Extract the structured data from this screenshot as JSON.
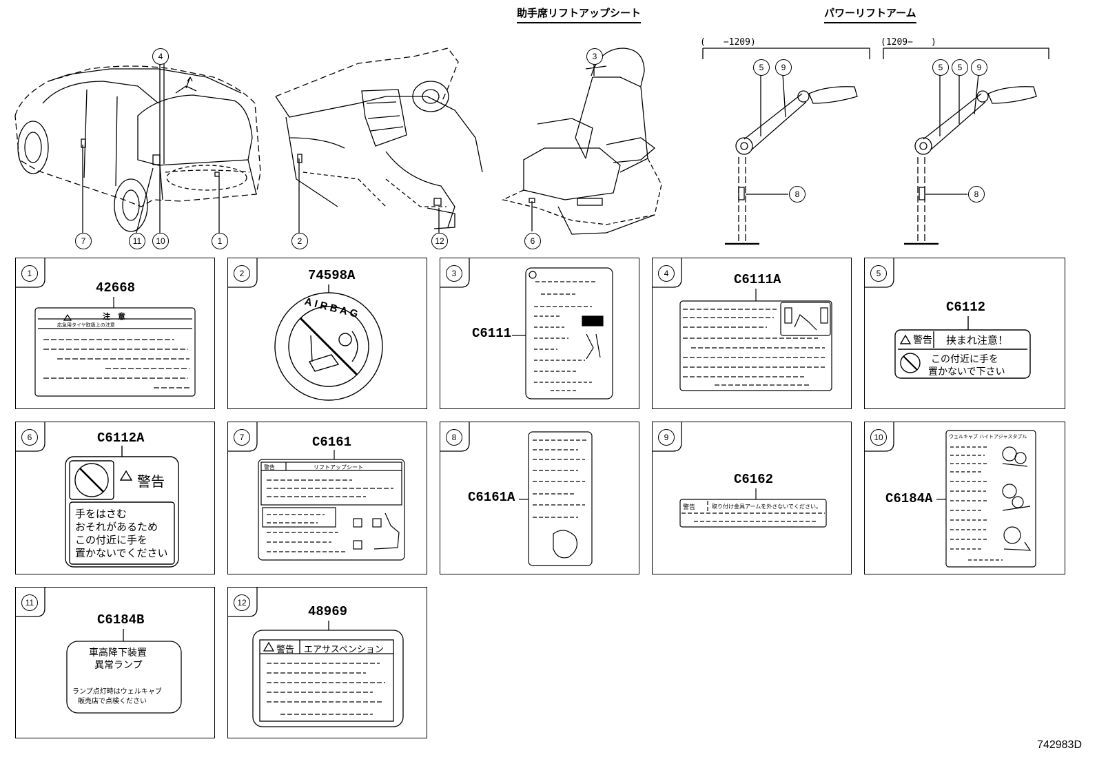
{
  "sections": {
    "seat_title": "助手席リフトアップシート",
    "arm_title": "パワーリフトアーム",
    "range_left": "(　　−1209)",
    "range_right": "(1209−　　)"
  },
  "callouts_top": {
    "car": [
      "7",
      "11",
      "10",
      "1",
      "4"
    ],
    "dash": [
      "2",
      "12"
    ],
    "seat": [
      "3",
      "6"
    ],
    "arm_left": [
      "5",
      "9",
      "8"
    ],
    "arm_right": [
      "5",
      "5",
      "9",
      "8"
    ]
  },
  "panels": [
    {
      "n": "1",
      "part": "42668",
      "label_title": "注　意",
      "label_sub": "応急用タイヤ取扱上の注意"
    },
    {
      "n": "2",
      "part": "74598A",
      "ring_text": "AIRBAG"
    },
    {
      "n": "3",
      "part": "C6111"
    },
    {
      "n": "4",
      "part": "C6111A"
    },
    {
      "n": "5",
      "part": "C6112",
      "warn": "警告",
      "head": "挟まれ注意！",
      "line1": "この付近に手を",
      "line2": "置かないで下さい"
    },
    {
      "n": "6",
      "part": "C6112A",
      "warn": "警告",
      "lines": [
        "手をはさむ",
        "おそれがあるため",
        "この付近に手を",
        "置かないでください"
      ]
    },
    {
      "n": "7",
      "part": "C6161",
      "warn": "警告",
      "head": "リフトアップシート"
    },
    {
      "n": "8",
      "part": "C6161A"
    },
    {
      "n": "9",
      "part": "C6162",
      "warn": "警告",
      "text": "取り付け金具アームを外さないでください。"
    },
    {
      "n": "10",
      "part": "C6184A",
      "head": "ウェルキャブ ハイトアジャスタブル"
    },
    {
      "n": "11",
      "part": "C6184B",
      "line1": "車高降下装置",
      "line2": "異常ランプ",
      "line3": "ランプ点灯時はウェルキャブ",
      "line4": "販売店で点検ください"
    },
    {
      "n": "12",
      "part": "48969",
      "warn": "警告",
      "head": "エアサスペンション"
    }
  ],
  "footer": "742983D"
}
